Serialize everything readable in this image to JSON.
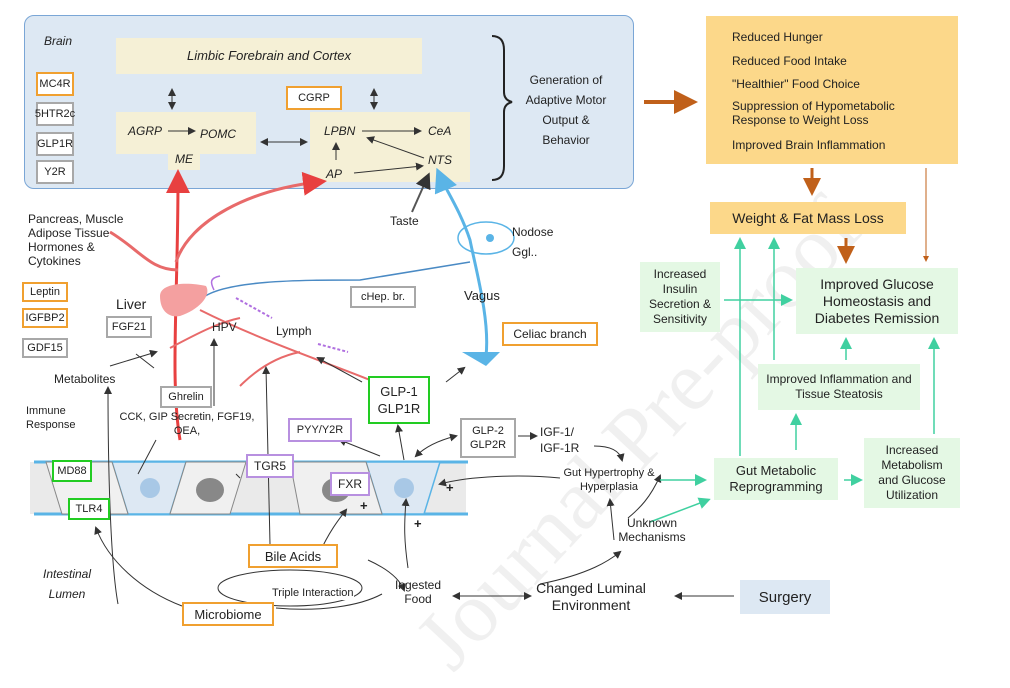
{
  "brain": {
    "title": "Brain",
    "limbic": "Limbic Forebrain and Cortex",
    "receptors": [
      "MC4R",
      "5HTR2c",
      "GLP1R",
      "Y2R"
    ],
    "agrp": "AGRP",
    "pomc": "POMC",
    "me": "ME",
    "cgrp": "CGRP",
    "lpbn": "LPBN",
    "cea": "CeA",
    "ap": "AP",
    "nts": "NTS",
    "output": "Generation of Adaptive Motor Output & Behavior"
  },
  "outcomes": {
    "items": [
      "Reduced Hunger",
      "Reduced Food Intake",
      "\"Healthier\" Food Choice",
      "Suppression of Hypometabolic Response to Weight Loss",
      "Improved Brain Inflammation"
    ],
    "weight_loss": "Weight & Fat Mass Loss",
    "glucose": "Improved Glucose Homeostasis and Diabetes Remission",
    "insulin": "Increased Insulin Secretion & Sensitivity",
    "inflammation": "Improved Inflammation and Tissue Steatosis",
    "metabolism": "Increased Metabolism and Glucose Utilization",
    "gut_reprogramming": "Gut Metabolic Reprogramming"
  },
  "periphery": {
    "pancreas": "Pancreas, Muscle Adipose Tissue Hormones & Cytokines",
    "leptin": "Leptin",
    "igfbp2": "IGFBP2",
    "gdf15": "GDF15",
    "liver": "Liver",
    "fgf21": "FGF21",
    "hpv": "HPV",
    "lymph": "Lymph",
    "chep": "cHep. br.",
    "vagus": "Vagus",
    "taste": "Taste",
    "nodose": "Nodose Ggl..",
    "celiac": "Celiac branch",
    "metabolites": "Metabolites",
    "ghrelin": "Ghrelin",
    "hormones": "CCK, GIP Secretin, FGF19, OEA,",
    "immune": "Immune Response",
    "glp1": "GLP-1 GLP1R",
    "pyy": "PYY/Y2R",
    "glp2": "GLP-2 GLP2R",
    "igf": "IGF-1/ IGF-1R",
    "hypertrophy": "Gut Hypertrophy & Hyperplasia",
    "md88": "MD88",
    "tlr4": "TLR4",
    "tgr5": "TGR5",
    "fxr": "FXR",
    "bile": "Bile Acids",
    "microbiome": "Microbiome",
    "triple": "Triple Interaction",
    "ingested": "Ingested Food",
    "unknown": "Unknown Mechanisms",
    "luminal": "Changed Luminal Environment",
    "surgery": "Surgery",
    "lumen": "Intestinal Lumen",
    "plus": "+"
  },
  "watermark": "Journal Pre-proof",
  "colors": {
    "orange_arrow": "#c0601a",
    "green_arrow": "#40d0a0",
    "blue_vagus": "#5ab4e6",
    "red_nerve": "#e86a6a"
  }
}
